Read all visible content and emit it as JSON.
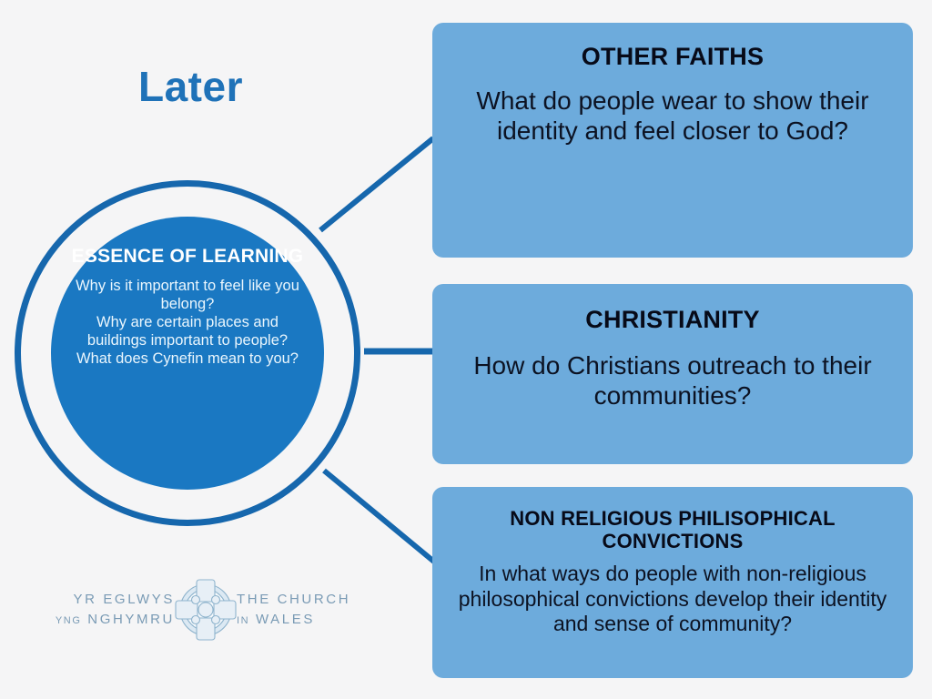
{
  "page": {
    "background_color": "#f5f5f6",
    "heading": "Later"
  },
  "colors": {
    "heading_blue": "#1f72b8",
    "ring_blue": "#1667ad",
    "circle_blue": "#1a78c2",
    "card_blue": "#6dabdc",
    "card_text": "#0a0a14",
    "logo_blue": "#7a9bb5"
  },
  "center": {
    "title": "ESSENCE OF LEARNING",
    "questions": [
      "Why is it important to feel like you belong?",
      "Why are certain places and buildings important to people?",
      "What does Cynefin mean to you?"
    ]
  },
  "cards": [
    {
      "id": "other-faiths",
      "title": "OTHER FAITHS",
      "body": "What do people wear to show their identity and feel closer to God?"
    },
    {
      "id": "christianity",
      "title": "CHRISTIANITY",
      "body": "How do Christians outreach to their communities?"
    },
    {
      "id": "non-religious",
      "title": "NON RELIGIOUS PHILISOPHICAL CONVICTIONS",
      "body": "In what ways do people with non-religious philosophical convictions develop their identity and sense of community?"
    }
  ],
  "logo": {
    "welsh_line1": "YR EGLWYS",
    "welsh_line2_small": "YNG",
    "welsh_line2": "NGHYMRU",
    "english_line1": "THE CHURCH",
    "english_line2_small": "IN",
    "english_line2": "WALES",
    "mark": "celtic-cross-icon"
  }
}
